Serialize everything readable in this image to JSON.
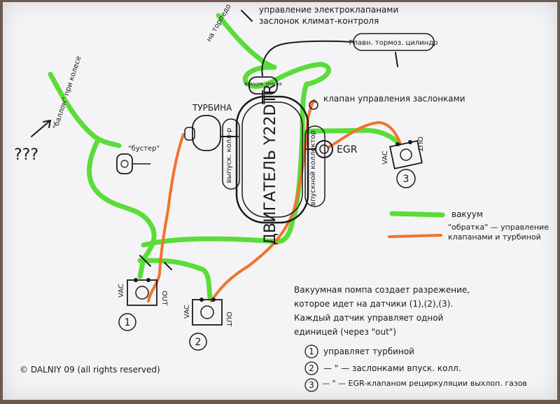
{
  "labels": {
    "top_note_line1": "управление электроклапанами",
    "top_note_line2": "заслонок климат-контроля",
    "top_left_pipe": "на торпедо",
    "brake": "Главн. тормоз. цилиндр",
    "vacuum_pump": "вакуум. помпа",
    "turbine": "ТУРБИНА",
    "valve_control": "клапан управления заслонками",
    "engine": "ДВИГАТЕЛЬ Y22DTR",
    "exhaust": "выпуск. колл-р",
    "intake": "впускной коллектор",
    "egr": "EGR",
    "booster": "\"бустер\"",
    "balloon": "\"баллон\" при колесе",
    "question": "???",
    "vac": "VAC",
    "out": "OUT",
    "sensor1": "1",
    "sensor2": "2",
    "sensor3": "3"
  },
  "legend": {
    "vacuum": "вакуум",
    "return": "\"обратка\" — управление клапанами и турбиной"
  },
  "notes": {
    "line1": "Вакуумная помпа создает разрежение,",
    "line2": "которое идет на датчики (1),(2),(3).",
    "line3": "Каждый датчик управляет одной",
    "line4": "единицей (через \"out\")",
    "item1_num": "1",
    "item1": "управляет турбиной",
    "item2_num": "2",
    "item2": "— \" — заслонками впуск. колл.",
    "item3_num": "3",
    "item3": "— \" — EGR-клапаном рециркуляции выхлоп. газов"
  },
  "copyright": "© DALNIY 09 (all rights reserved)",
  "colors": {
    "vacuum_green": "#5bdc3a",
    "return_orange": "#f0742e",
    "ink": "#1a1a1a",
    "paper": "#f4f4f6"
  }
}
